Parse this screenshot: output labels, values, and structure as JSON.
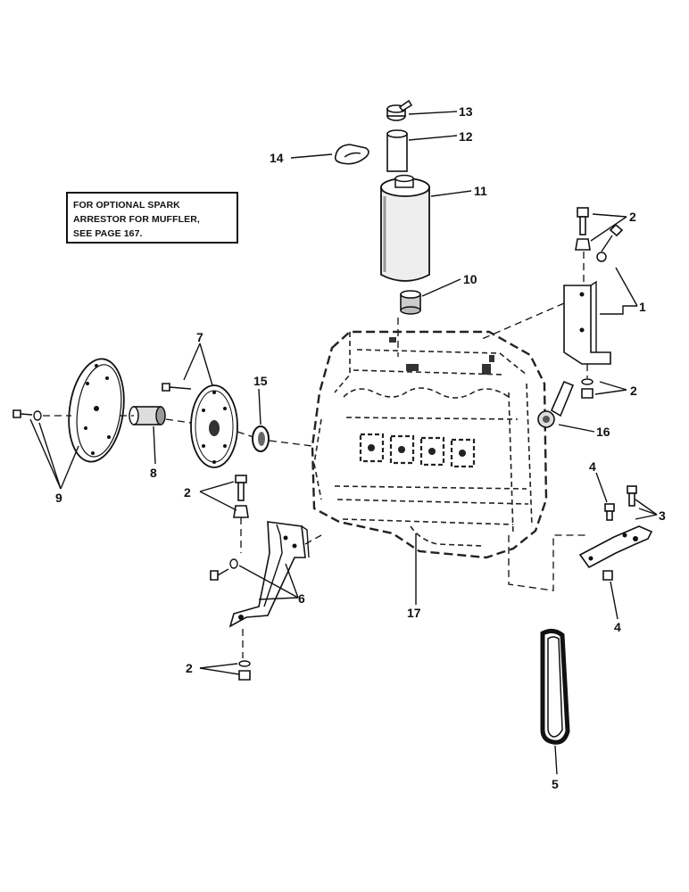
{
  "note": {
    "lines": [
      "FOR OPTIONAL SPARK",
      "ARRESTOR FOR MUFFLER,",
      "SEE PAGE 167."
    ]
  },
  "callouts": {
    "c13": "13",
    "c12": "12",
    "c14": "14",
    "c11": "11",
    "c10": "10",
    "c2_top": "2",
    "c1": "1",
    "c2_bracket": "2",
    "c16": "16",
    "c7": "7",
    "c15": "15",
    "c8": "8",
    "c9": "9",
    "c2_left": "2",
    "c6": "6",
    "c17": "17",
    "c4_top": "4",
    "c3": "3",
    "c4_bottom": "4",
    "c2_bottom": "2",
    "c5": "5"
  }
}
